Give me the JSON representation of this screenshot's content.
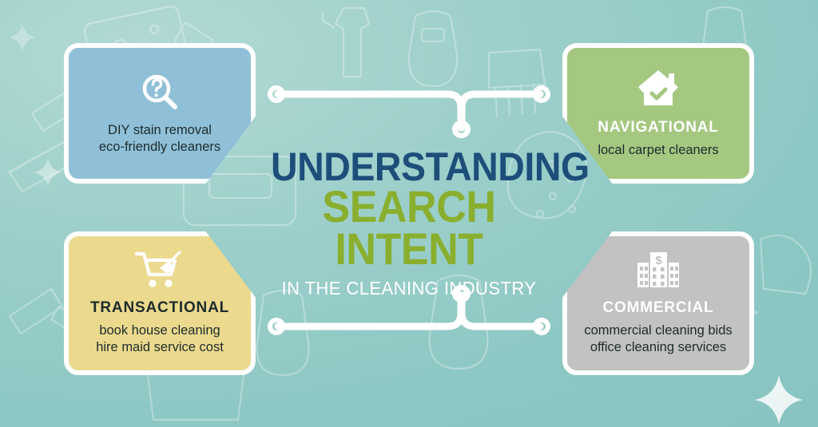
{
  "headline": {
    "line1": "UNDERSTANDING",
    "line2": "SEARCH INTENT",
    "line3": "IN THE CLEANING INDUSTRY",
    "color_line1": "#1d4e7a",
    "color_line2": "#8aae2e",
    "color_line3": "#ffffff"
  },
  "background": {
    "color_start": "#b2d9d4",
    "color_end": "#88c4c1",
    "sparkle_icon": "four-point-star-icon"
  },
  "cards": {
    "informational": {
      "title": "",
      "lines": [
        "DIY stain removal",
        "eco-friendly cleaners"
      ],
      "icon": "magnifier-question-icon",
      "color": "#8fc0d8",
      "title_color": "#ffffff",
      "notch": "bottom-right"
    },
    "navigational": {
      "title": "NAVIGATIONAL",
      "lines": [
        "local carpet cleaners"
      ],
      "icon": "house-check-icon",
      "color": "#a5c881",
      "title_color": "#ffffff",
      "notch": "bottom-left"
    },
    "transactional": {
      "title": "TRANSACTIONAL",
      "lines": [
        "book house cleaning",
        "hire maid service cost"
      ],
      "icon": "cart-broom-icon",
      "color": "#ebd98e",
      "title_color": "#1d2b2b",
      "notch": "top-right"
    },
    "commercial": {
      "title": "COMMERCIAL",
      "lines": [
        "commercial cleaning bids",
        "office cleaning services"
      ],
      "icon": "office-building-dollar-icon",
      "color": "#c2c2c2",
      "title_color": "#ffffff",
      "notch": "top-left"
    }
  },
  "connectors": {
    "color": "#ffffff",
    "top_left": {
      "from": "informational",
      "to": "headline"
    },
    "top_right": {
      "from": "headline",
      "to": "navigational"
    },
    "bottom_left": {
      "from": "transactional",
      "to": "headline"
    },
    "bottom_right": {
      "from": "headline",
      "to": "commercial"
    }
  }
}
